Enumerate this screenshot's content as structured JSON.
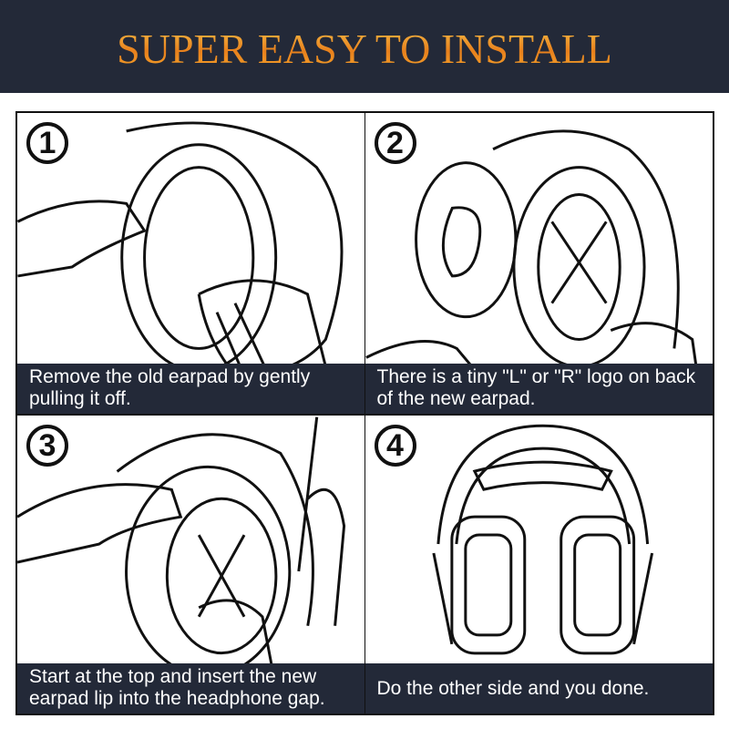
{
  "header": {
    "title": "SUPER EASY TO INSTALL"
  },
  "steps": [
    {
      "number": "1",
      "caption": "Remove the old earpad by gently pulling it off."
    },
    {
      "number": "2",
      "caption": "There is a tiny \"L\" or \"R\" logo on back of the new earpad."
    },
    {
      "number": "3",
      "caption": "Start at the top and insert the new earpad lip into the headphone gap."
    },
    {
      "number": "4",
      "caption": "Do the other side and you done."
    }
  ],
  "colors": {
    "header_bg": "#232938",
    "title": "#f0a030"
  }
}
